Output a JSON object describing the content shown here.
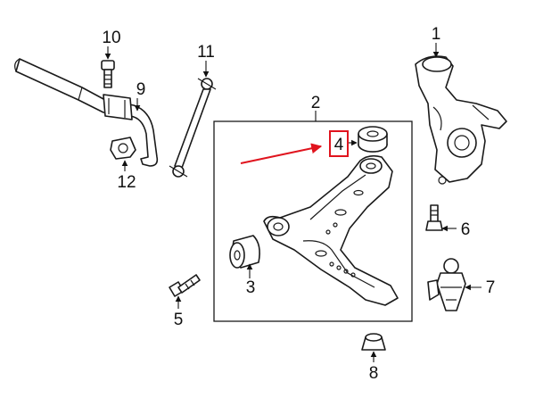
{
  "callouts": {
    "c1": "1",
    "c2": "2",
    "c3": "3",
    "c4": "4",
    "c5": "5",
    "c6": "6",
    "c7": "7",
    "c8": "8",
    "c9": "9",
    "c10": "10",
    "c11": "11",
    "c12": "12"
  },
  "colors": {
    "highlight": "#e0141e",
    "line": "#1a1a1a",
    "background": "#ffffff"
  },
  "highlighted_callout": "4"
}
